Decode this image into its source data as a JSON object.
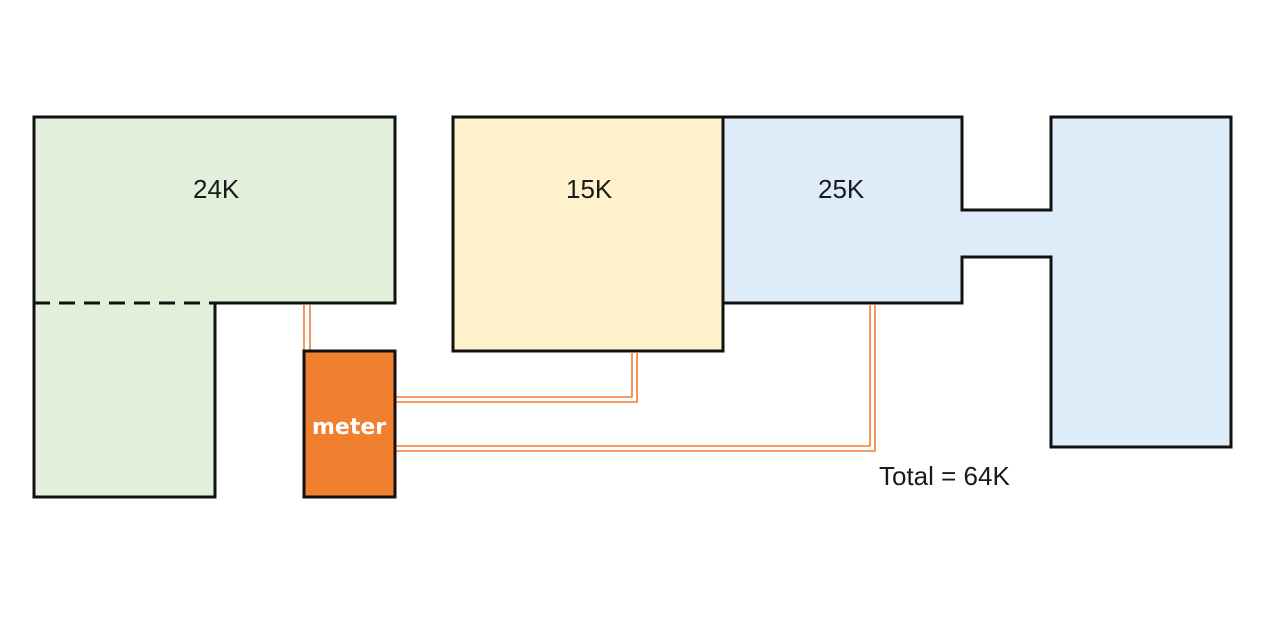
{
  "zones": [
    {
      "label": "24K",
      "color": "#e2efdb"
    },
    {
      "label": "15K",
      "color": "#fff1cc"
    },
    {
      "label": "25K",
      "color": "#deebf8"
    }
  ],
  "meter": {
    "label": "meter",
    "color": "#f07f2f"
  },
  "wire_color": "#f07f2f",
  "total": "Total = 64K"
}
